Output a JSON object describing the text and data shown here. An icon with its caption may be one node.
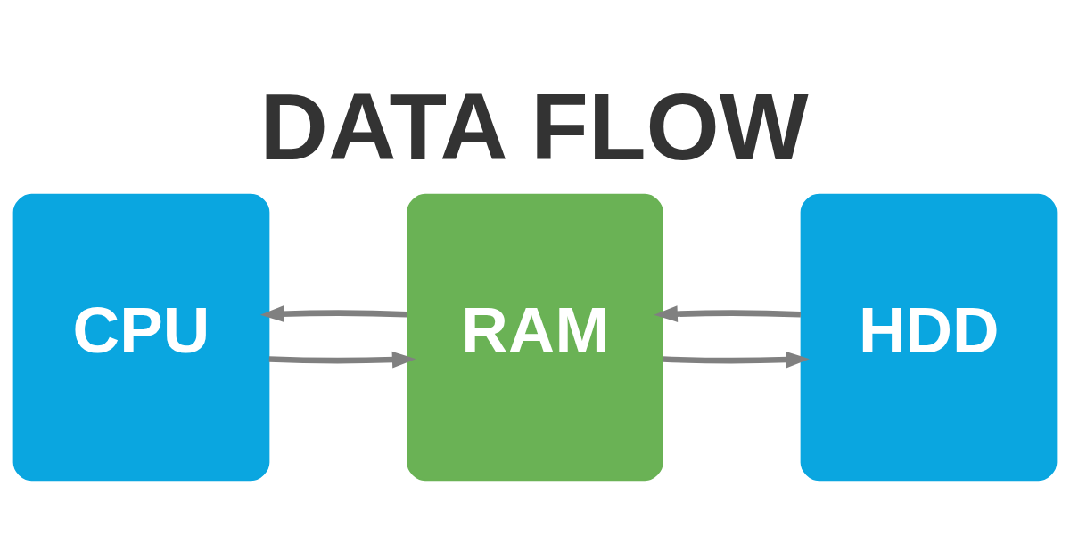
{
  "diagram": {
    "title": "DATA FLOW",
    "nodes": [
      {
        "text": [
          "CPU"
        ]
      },
      {
        "text": [
          "RAM"
        ]
      },
      {
        "text": [
          "HDD"
        ]
      }
    ],
    "edges": [
      {
        "from": 1,
        "to": 0,
        "arrow": "to"
      },
      {
        "from": 0,
        "to": 1,
        "arrow": "to"
      },
      {
        "from": 2,
        "to": 1,
        "arrow": "to"
      },
      {
        "from": 1,
        "to": 2,
        "arrow": "to"
      }
    ]
  }
}
